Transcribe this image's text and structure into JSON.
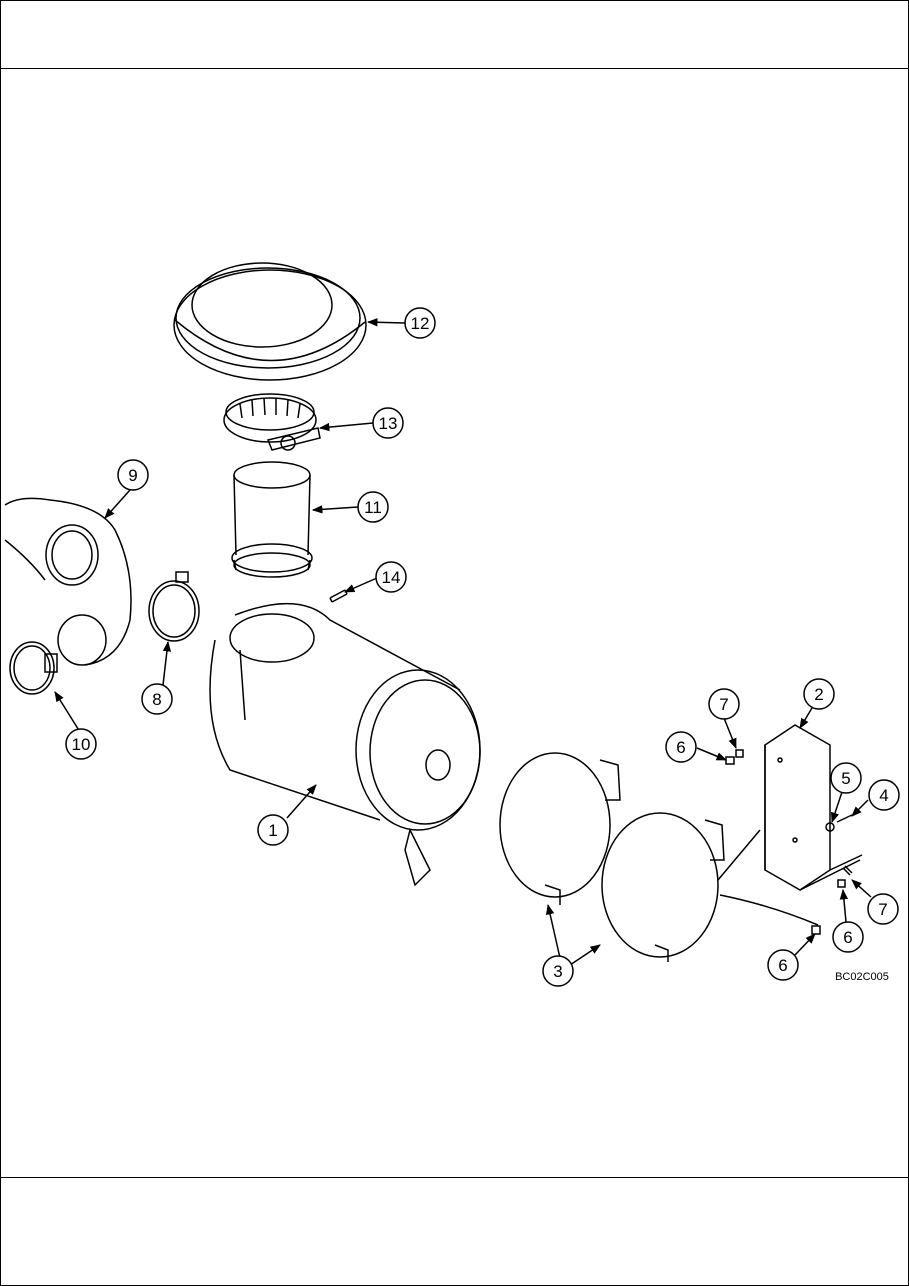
{
  "figure": {
    "code": "BC02C005"
  },
  "callouts": [
    {
      "id": "c1",
      "number": "1"
    },
    {
      "id": "c2",
      "number": "2"
    },
    {
      "id": "c3",
      "number": "3"
    },
    {
      "id": "c4",
      "number": "4"
    },
    {
      "id": "c5",
      "number": "5"
    },
    {
      "id": "c6a",
      "number": "6"
    },
    {
      "id": "c6b",
      "number": "6"
    },
    {
      "id": "c6c",
      "number": "6"
    },
    {
      "id": "c7a",
      "number": "7"
    },
    {
      "id": "c7b",
      "number": "7"
    },
    {
      "id": "c8",
      "number": "8"
    },
    {
      "id": "c9",
      "number": "9"
    },
    {
      "id": "c10",
      "number": "10"
    },
    {
      "id": "c11",
      "number": "11"
    },
    {
      "id": "c12",
      "number": "12"
    },
    {
      "id": "c13",
      "number": "13"
    },
    {
      "id": "c14",
      "number": "14"
    }
  ]
}
